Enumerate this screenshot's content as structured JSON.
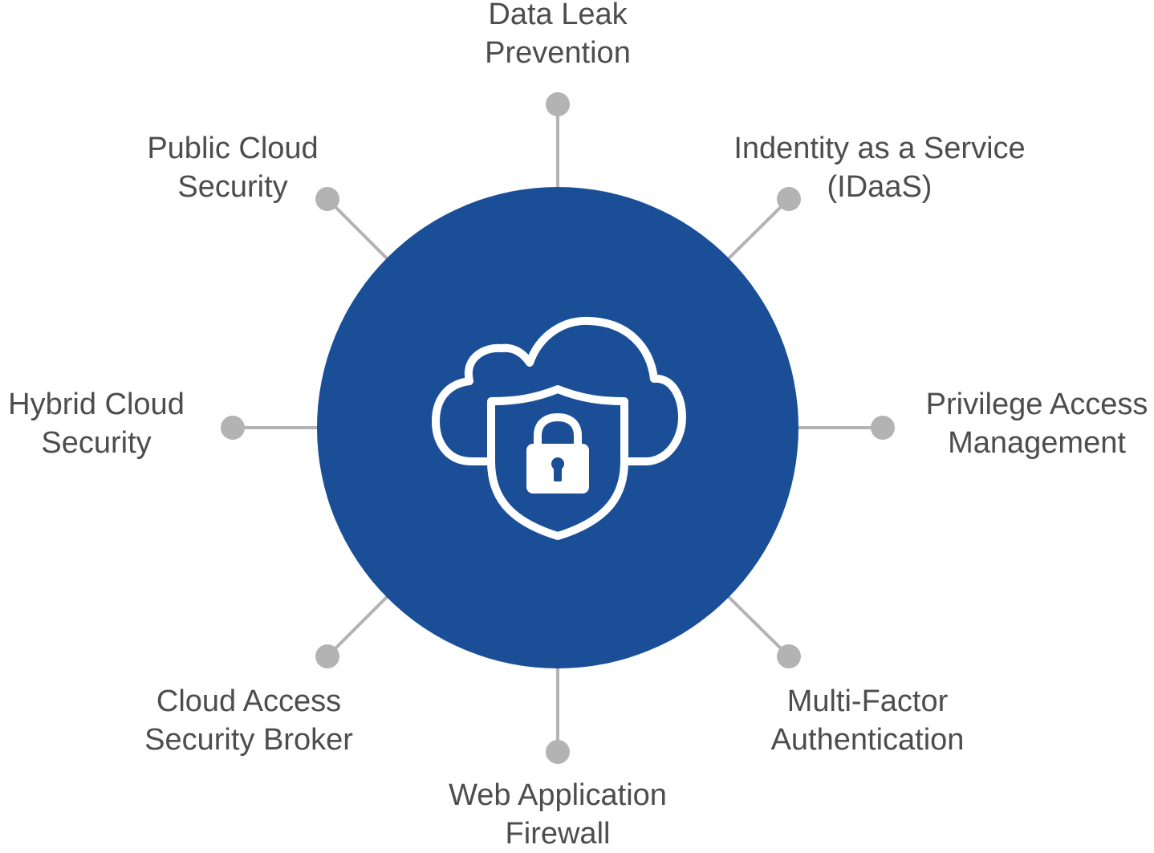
{
  "diagram": {
    "colors": {
      "hub": "#1a4f98",
      "connector": "#b3b3b3",
      "text": "#4d4d4d",
      "icon": "#ffffff"
    },
    "center_icon": "cloud-shield-lock-icon",
    "nodes": [
      {
        "id": "data-leak-prevention",
        "lines": [
          "Data Leak",
          "Prevention"
        ]
      },
      {
        "id": "idaas",
        "lines": [
          "Indentity as a Service",
          "(IDaaS)"
        ]
      },
      {
        "id": "privilege-access-management",
        "lines": [
          "Privilege Access",
          "Management"
        ]
      },
      {
        "id": "multi-factor-authentication",
        "lines": [
          "Multi-Factor",
          "Authentication"
        ]
      },
      {
        "id": "web-application-firewall",
        "lines": [
          "Web Application",
          "Firewall"
        ]
      },
      {
        "id": "cloud-access-security-broker",
        "lines": [
          "Cloud Access",
          "Security Broker"
        ]
      },
      {
        "id": "hybrid-cloud-security",
        "lines": [
          "Hybrid Cloud",
          "Security"
        ]
      },
      {
        "id": "public-cloud-security",
        "lines": [
          "Public Cloud",
          "Security"
        ]
      }
    ]
  }
}
